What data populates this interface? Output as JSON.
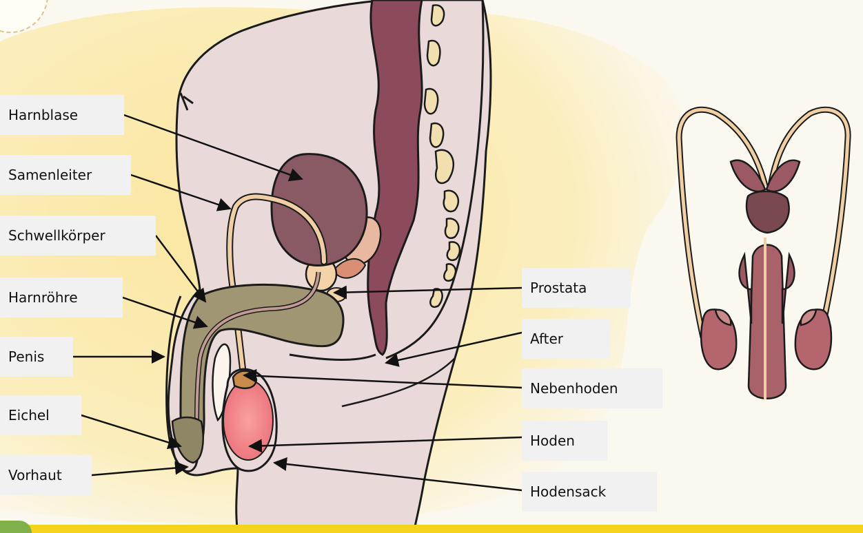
{
  "labels": {
    "harnblase": "Harnblase",
    "samenleiter": "Samenleiter",
    "schwellkoerper": "Schwellkörper",
    "harnroehre": "Harnröhre",
    "penis": "Penis",
    "eichel": "Eichel",
    "vorhaut": "Vorhaut",
    "prostata": "Prostata",
    "after": "After",
    "nebenhoden": "Nebenhoden",
    "hoden": "Hoden",
    "hodensack": "Hodensack"
  },
  "colors": {
    "background_wash": "#fbe9a6",
    "skin": "#e8d6d6",
    "bladder": "#8a5a64",
    "intestine": "#8b4b5a",
    "bone": "#f2dfb0",
    "penis_tissue": "#a09674",
    "testis": "#f07f84",
    "label_box": "#f1f1f1",
    "bottom_bar": "#f4d21e"
  }
}
